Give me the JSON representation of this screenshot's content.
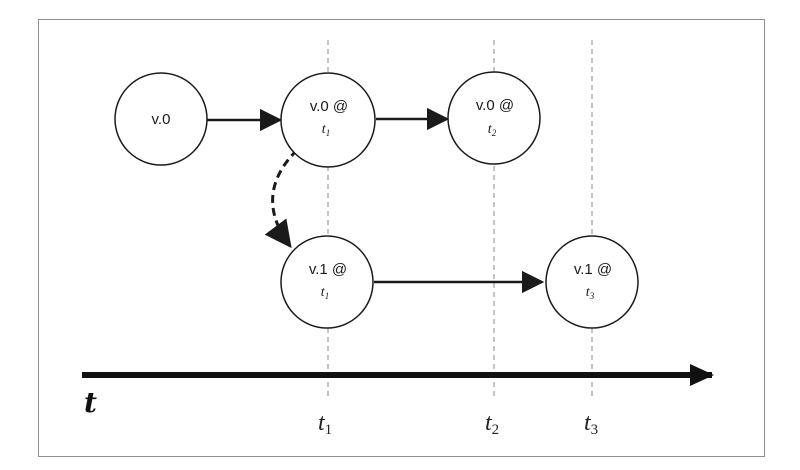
{
  "diagram": {
    "axis_label": "t",
    "ticks": [
      {
        "name": "t",
        "sub": "1"
      },
      {
        "name": "t",
        "sub": "2"
      },
      {
        "name": "t",
        "sub": "3"
      }
    ],
    "nodes": [
      {
        "id": "v0",
        "line1": "v.0",
        "line2": "",
        "line2_sub": ""
      },
      {
        "id": "v0t1",
        "line1": "v.0 @",
        "line2": "t",
        "line2_sub": "1"
      },
      {
        "id": "v0t2",
        "line1": "v.0 @",
        "line2": "t",
        "line2_sub": "2"
      },
      {
        "id": "v1t1",
        "line1": "v.1 @",
        "line2": "t",
        "line2_sub": "1"
      },
      {
        "id": "v1t3",
        "line1": "v.1 @",
        "line2": "t",
        "line2_sub": "3"
      }
    ],
    "edges": [
      {
        "from": "v0",
        "to": "v0t1",
        "style": "solid"
      },
      {
        "from": "v0t1",
        "to": "v0t2",
        "style": "solid"
      },
      {
        "from": "v0t1",
        "to": "v1t1",
        "style": "dashed"
      },
      {
        "from": "v1t1",
        "to": "v1t3",
        "style": "solid"
      }
    ],
    "colors": {
      "stroke": "#1a1a1a",
      "guide": "#8a8a8a",
      "node_fill": "#ffffff"
    }
  }
}
